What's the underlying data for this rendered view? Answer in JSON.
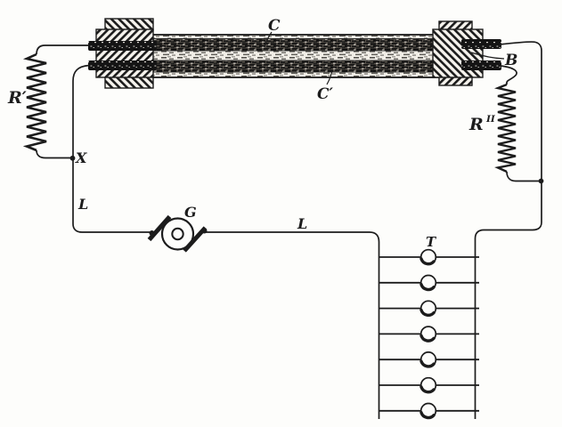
{
  "diagram": {
    "colors": {
      "paper": "#fdfdfb",
      "ink": "#1c1c1c"
    },
    "labels": {
      "outer_tube": "C",
      "inner_tube": "C′",
      "terminal": "B",
      "left_resistance": "R′",
      "right_resistance_base": "R",
      "right_resistance_sup": "II",
      "junction": "X",
      "left_lead": "L",
      "main_lead": "L",
      "galvanometer": "G",
      "battery": "T"
    },
    "battery": {
      "cells": 7
    }
  }
}
